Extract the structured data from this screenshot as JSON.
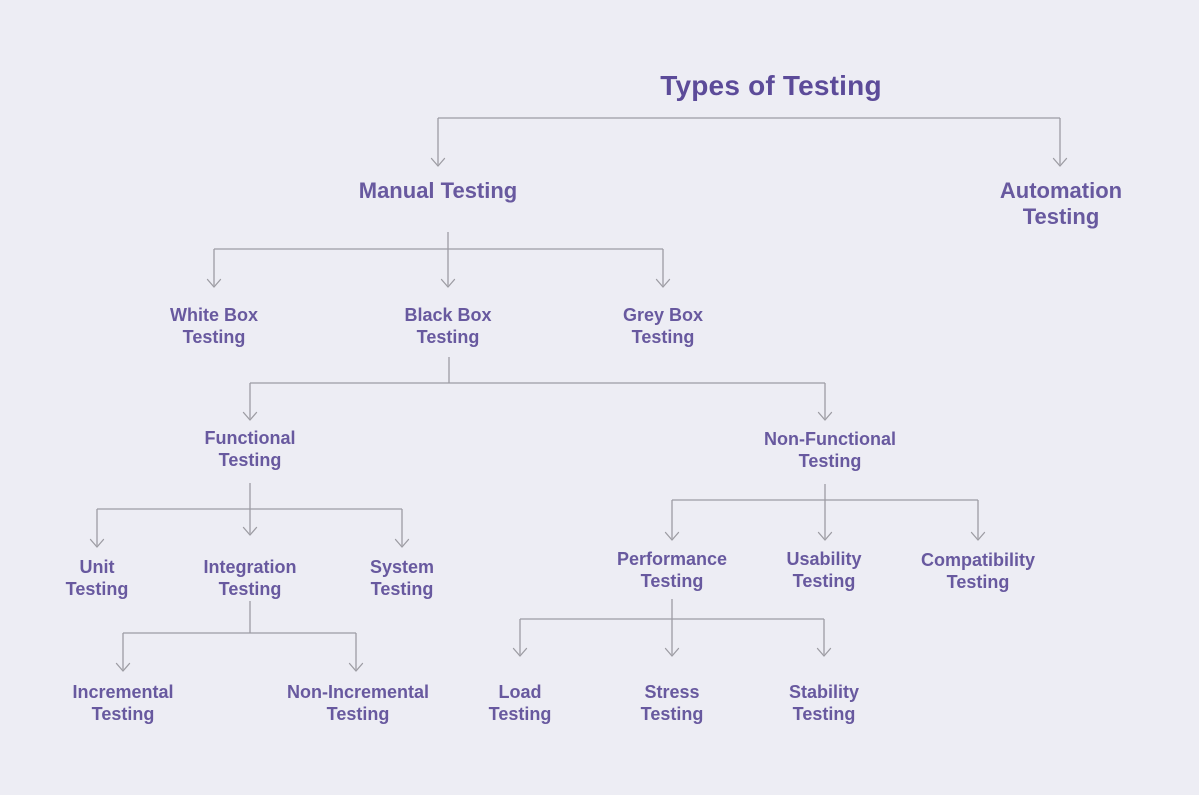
{
  "diagram": {
    "title": "Types of Testing",
    "colors": {
      "background": "#ededf4",
      "title_text": "#5c4b99",
      "node_text": "#68599f",
      "connector": "#9d9ca3"
    },
    "nodes": [
      {
        "id": "manual",
        "label": "Manual Testing",
        "parent": "types_of_testing"
      },
      {
        "id": "automation",
        "label": "Automation\nTesting",
        "parent": "types_of_testing"
      },
      {
        "id": "white_box",
        "label": "White Box\nTesting",
        "parent": "manual"
      },
      {
        "id": "black_box",
        "label": "Black Box\nTesting",
        "parent": "manual"
      },
      {
        "id": "grey_box",
        "label": "Grey Box\nTesting",
        "parent": "manual"
      },
      {
        "id": "functional",
        "label": "Functional\nTesting",
        "parent": "black_box"
      },
      {
        "id": "non_functional",
        "label": "Non-Functional\nTesting",
        "parent": "black_box"
      },
      {
        "id": "unit",
        "label": "Unit\nTesting",
        "parent": "functional"
      },
      {
        "id": "integration",
        "label": "Integration\nTesting",
        "parent": "functional"
      },
      {
        "id": "system",
        "label": "System\nTesting",
        "parent": "functional"
      },
      {
        "id": "incremental",
        "label": "Incremental\nTesting",
        "parent": "integration"
      },
      {
        "id": "non_incremental",
        "label": "Non-Incremental\nTesting",
        "parent": "integration"
      },
      {
        "id": "performance",
        "label": "Performance\nTesting",
        "parent": "non_functional"
      },
      {
        "id": "usability",
        "label": "Usability\nTesting",
        "parent": "non_functional"
      },
      {
        "id": "compatibility",
        "label": "Compatibility\nTesting",
        "parent": "non_functional"
      },
      {
        "id": "load",
        "label": "Load\nTesting",
        "parent": "performance"
      },
      {
        "id": "stress",
        "label": "Stress\nTesting",
        "parent": "performance"
      },
      {
        "id": "stability",
        "label": "Stability\nTesting",
        "parent": "performance"
      }
    ]
  }
}
